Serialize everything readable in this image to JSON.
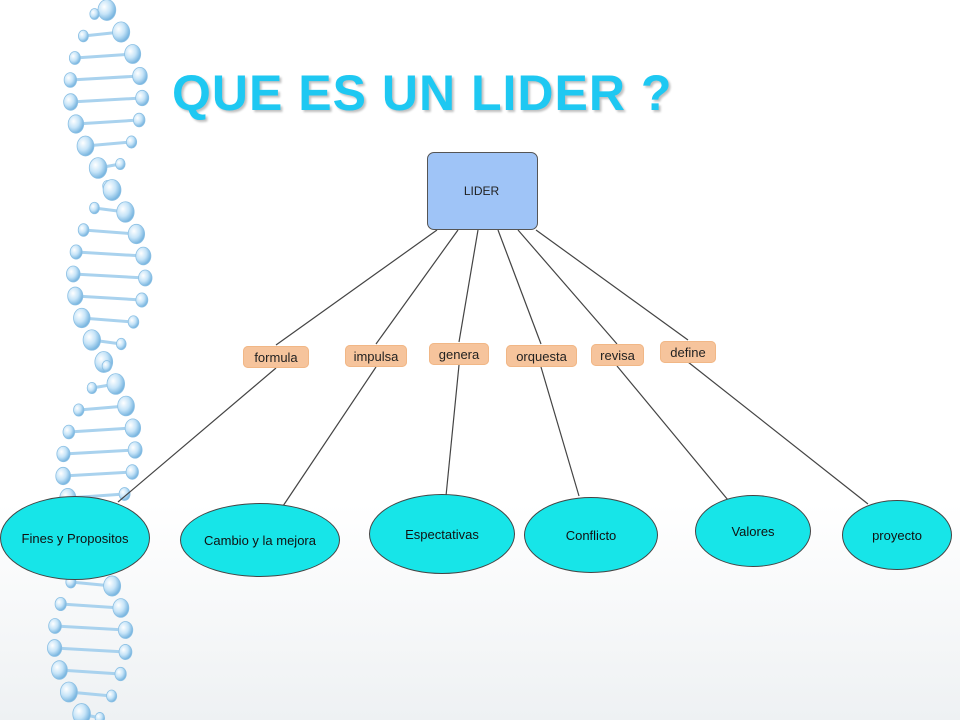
{
  "title": "QUE ES UN LIDER ?",
  "diagram": {
    "root": "LIDER",
    "links": [
      "formula",
      "impulsa",
      "genera",
      "orquesta",
      "revisa",
      "define"
    ],
    "targets": [
      "Fines y Propositos",
      "Cambio y la mejora",
      "Espectativas",
      "Conflicto",
      "Valores",
      "proyecto"
    ]
  },
  "colors": {
    "title": "#1ec8f2",
    "root_fill": "#9fc4f7",
    "link_fill": "#f6c49c",
    "target_fill": "#17e5e8"
  },
  "decoration": "dna-helix-icon"
}
